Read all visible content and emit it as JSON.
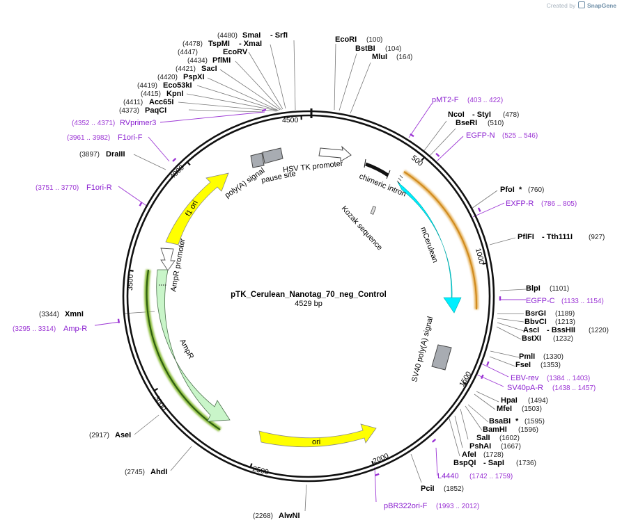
{
  "credit": {
    "prefix": "Created by",
    "brand": "SnapGene"
  },
  "plasmid": {
    "name": "pTK_Cerulean_Nanotag_70_neg_Control",
    "length": "4529 bp"
  },
  "ring_ticks": [
    "500",
    "1000",
    "1500",
    "2000",
    "2500",
    "3000",
    "3500",
    "4000",
    "4500"
  ],
  "features": {
    "hsv_tk_promoter": "HSV TK promoter",
    "chimeric_intron": "chimeric intron",
    "kozak": "Kozak sequence",
    "mcerulean": "mCerulean",
    "sv40_polya": "SV40 poly(A) signal",
    "ori": "ori",
    "ampr": "AmpR",
    "ampr_promoter": "AmpR promoter",
    "f1_ori": "f1 ori",
    "polya_signal": "poly(A) signal",
    "pause_site": "pause site"
  },
  "sites": {
    "smai": {
      "pos": "(4480)",
      "name": "SmaI",
      "extra": "- SrfI"
    },
    "tspmi": {
      "pos": "(4478)",
      "name": "TspMI",
      "extra": "- XmaI"
    },
    "ecorv": {
      "pos": "(4447)",
      "name": "EcoRV"
    },
    "pfl": {
      "pos": "(4434)",
      "name": "PflMI"
    },
    "saci": {
      "pos": "(4421)",
      "name": "SacI"
    },
    "pspxi": {
      "pos": "(4420)",
      "name": "PspXI"
    },
    "eco53": {
      "pos": "(4419)",
      "name": "Eco53kI"
    },
    "kpni": {
      "pos": "(4415)",
      "name": "KpnI"
    },
    "acc65": {
      "pos": "(4411)",
      "name": "Acc65I"
    },
    "paqci": {
      "pos": "(4373)",
      "name": "PaqCI"
    },
    "draiii": {
      "pos": "(3897)",
      "name": "DraIII"
    },
    "xmni": {
      "pos": "(3344)",
      "name": "XmnI"
    },
    "asei": {
      "pos": "(2917)",
      "name": "AseI"
    },
    "ahdi": {
      "pos": "(2745)",
      "name": "AhdI"
    },
    "alwni": {
      "pos": "(2268)",
      "name": "AlwNI"
    },
    "ecori": {
      "pos": "(100)",
      "name": "EcoRI"
    },
    "bstbi": {
      "pos": "(104)",
      "name": "BstBI"
    },
    "mlui": {
      "pos": "(164)",
      "name": "MluI"
    },
    "ncoi": {
      "pos": "(478)",
      "name": "NcoI",
      "extra": "- StyI"
    },
    "bseri": {
      "pos": "(510)",
      "name": "BseRI"
    },
    "pfoi": {
      "pos": "(760)",
      "name": "PfoI",
      "star": "*"
    },
    "pflfi": {
      "pos": "(927)",
      "name": "PflFI",
      "extra": "- Tth111I"
    },
    "blpi": {
      "pos": "(1101)",
      "name": "BlpI"
    },
    "bsrgi": {
      "pos": "(1189)",
      "name": "BsrGI"
    },
    "bbvci": {
      "pos": "(1213)",
      "name": "BbvCI"
    },
    "asci": {
      "pos": "(1220)",
      "name": "AscI",
      "extra": "- BssHII"
    },
    "bstxi": {
      "pos": "(1232)",
      "name": "BstXI"
    },
    "pmli": {
      "pos": "(1330)",
      "name": "PmlI"
    },
    "fsei": {
      "pos": "(1353)",
      "name": "FseI"
    },
    "hpai": {
      "pos": "(1494)",
      "name": "HpaI"
    },
    "mfei": {
      "pos": "(1503)",
      "name": "MfeI"
    },
    "bsabi": {
      "pos": "(1595)",
      "name": "BsaBI",
      "star": "*"
    },
    "bamhi": {
      "pos": "(1596)",
      "name": "BamHI"
    },
    "sali": {
      "pos": "(1602)",
      "name": "SalI"
    },
    "pshai": {
      "pos": "(1667)",
      "name": "PshAI"
    },
    "afei": {
      "pos": "(1728)",
      "name": "AfeI"
    },
    "bspqi": {
      "pos": "(1736)",
      "name": "BspQI",
      "extra": "- SapI"
    },
    "pcii": {
      "pos": "(1852)",
      "name": "PciI"
    }
  },
  "primers": {
    "rvprimer3": {
      "range": "(4352 .. 4371)",
      "name": "RVprimer3"
    },
    "f1ori_f": {
      "range": "(3961 .. 3982)",
      "name": "F1ori-F"
    },
    "f1ori_r": {
      "range": "(3751 .. 3770)",
      "name": "F1ori-R"
    },
    "amp_r": {
      "range": "(3295 .. 3314)",
      "name": "Amp-R"
    },
    "pmt2_f": {
      "name": "pMT2-F",
      "range": "(403 .. 422)"
    },
    "egfp_n": {
      "name": "EGFP-N",
      "range": "(525 .. 546)"
    },
    "exfp_r": {
      "name": "EXFP-R",
      "range": "(786 .. 805)"
    },
    "egfp_c": {
      "name": "EGFP-C",
      "range": "(1133 .. 1154)"
    },
    "ebv_rev": {
      "name": "EBV-rev",
      "range": "(1384 .. 1403)"
    },
    "sv40pa_r": {
      "name": "SV40pA-R",
      "range": "(1438 .. 1457)"
    },
    "l4440": {
      "name": "L4440",
      "range": "(1742 .. 1759)"
    },
    "pbr322": {
      "name": "pBR322ori-F",
      "range": "(1993 .. 2012)"
    }
  }
}
